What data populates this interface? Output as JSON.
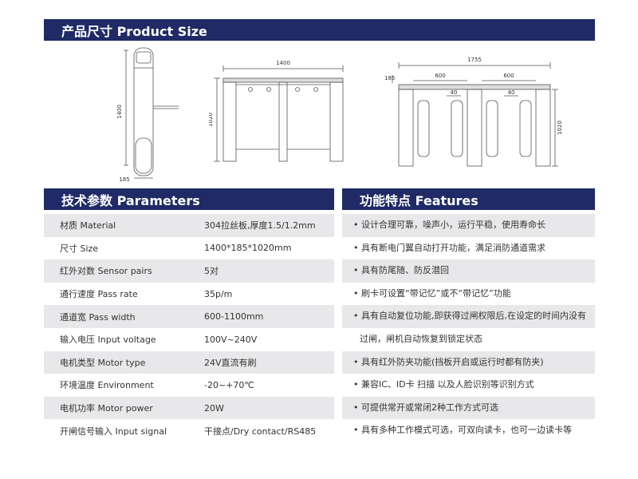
{
  "sections": {
    "product_size": "产品尺寸 Product Size",
    "parameters": "技术参数 Parameters",
    "features": "功能特点 Features"
  },
  "dimensions": {
    "side_height": "1400",
    "side_width": "185",
    "front_width": "1400",
    "front_height": "1020",
    "top_width": "1755",
    "top_depth": "185",
    "top_lane_left": "600",
    "top_lane_right": "600",
    "top_gap_left": "40",
    "top_gap_right": "40",
    "top_height": "1020"
  },
  "parameters": [
    {
      "key": "材质 Material",
      "value": "304拉丝板,厚度1.5/1.2mm"
    },
    {
      "key": "尺寸 Size",
      "value": "1400*185*1020mm"
    },
    {
      "key": "红外对数 Sensor pairs",
      "value": "5对"
    },
    {
      "key": "通行速度 Pass rate",
      "value": "35p/m"
    },
    {
      "key": "通道宽 Pass width",
      "value": "600-1100mm"
    },
    {
      "key": "输入电压 Input voltage",
      "value": "100V~240V"
    },
    {
      "key": "电机类型 Motor type",
      "value": "24V直流有刷"
    },
    {
      "key": "环境温度 Environment",
      "value": "-20~+70℃"
    },
    {
      "key": "电机功率 Motor power",
      "value": "20W"
    },
    {
      "key": "开闸信号输入 Input signal",
      "value": "干接点/Dry contact/RS485"
    }
  ],
  "features": [
    "• 设计合理可靠，噪声小，运行平稳，使用寿命长",
    "• 具有断电门翼自动打开功能，满足消防通道需求",
    "• 具有防尾随、防反潜回",
    "• 刷卡可设置“带记忆”或不“带记忆”功能",
    "• 具有自动复位功能,即获得过闸权限后,在设定的时间内没有",
    "过闸，闸机自动恢复到锁定状态",
    "• 具有红外防夹功能(挡板开启或运行时都有防夹)",
    "• 兼容IC、ID卡 扫描 以及人脸识别等识别方式",
    "• 可提供常开或常闭2种工作方式可选",
    "• 具有多种工作模式可选，可双向读卡，也可一边读卡等"
  ]
}
